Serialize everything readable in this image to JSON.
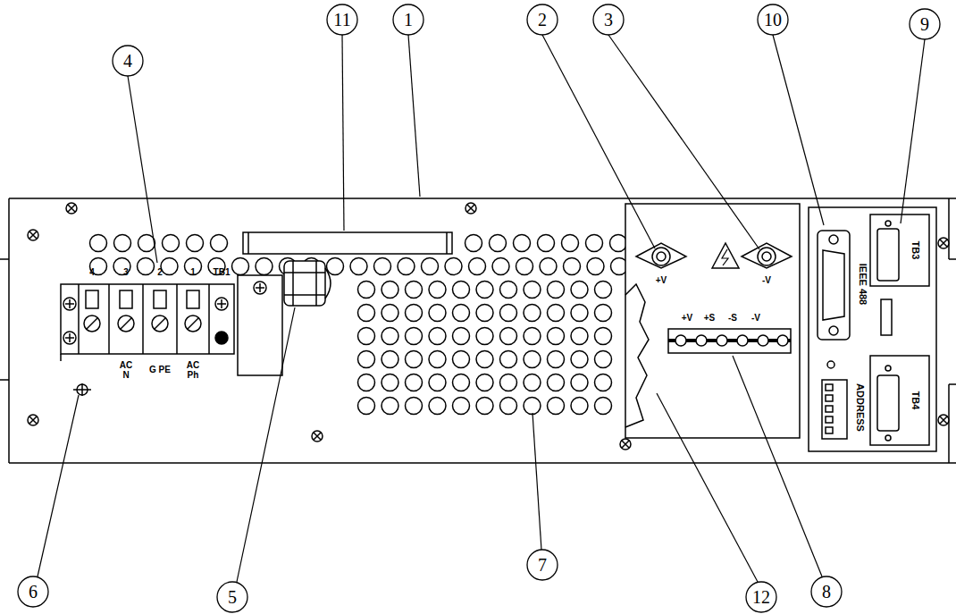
{
  "diagram": {
    "labels": [
      "11",
      "1",
      "2",
      "3",
      "10",
      "9",
      "4",
      "6",
      "5",
      "7",
      "12",
      "8",
      "4",
      "3",
      "2",
      "1",
      "TB1",
      "AC N",
      "G PE",
      "AC Ph",
      "+V",
      "-V",
      "+V",
      "+S",
      "-S",
      "-V",
      "IEEE 488",
      "ADDRESS",
      "TB3",
      "TB4"
    ]
  }
}
